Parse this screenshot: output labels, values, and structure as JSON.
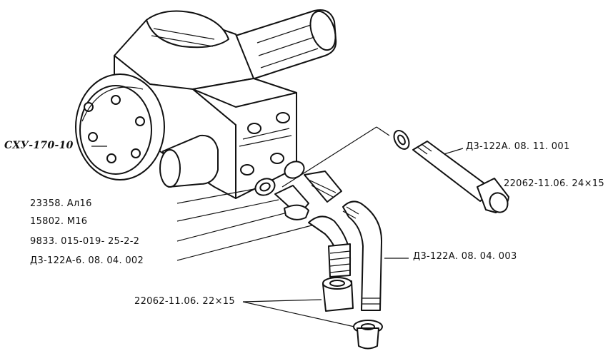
{
  "labels": {
    "pump": "СХУ-170-10",
    "washer_23358": "23358. Ал16",
    "washer_15802": "15802. М16",
    "ring_9833": "9833. 015-019- 25-2-2",
    "elbow_002": "Д3-122А-6. 08. 04. 002",
    "fitting_22062_22": "22062-11.06. 22×15",
    "pipe_003": "Д3-122А. 08. 04. 003",
    "pipe_001": "Д3-122А. 08. 11. 001",
    "fitting_22062_24": "22062-11.06. 24×15"
  }
}
